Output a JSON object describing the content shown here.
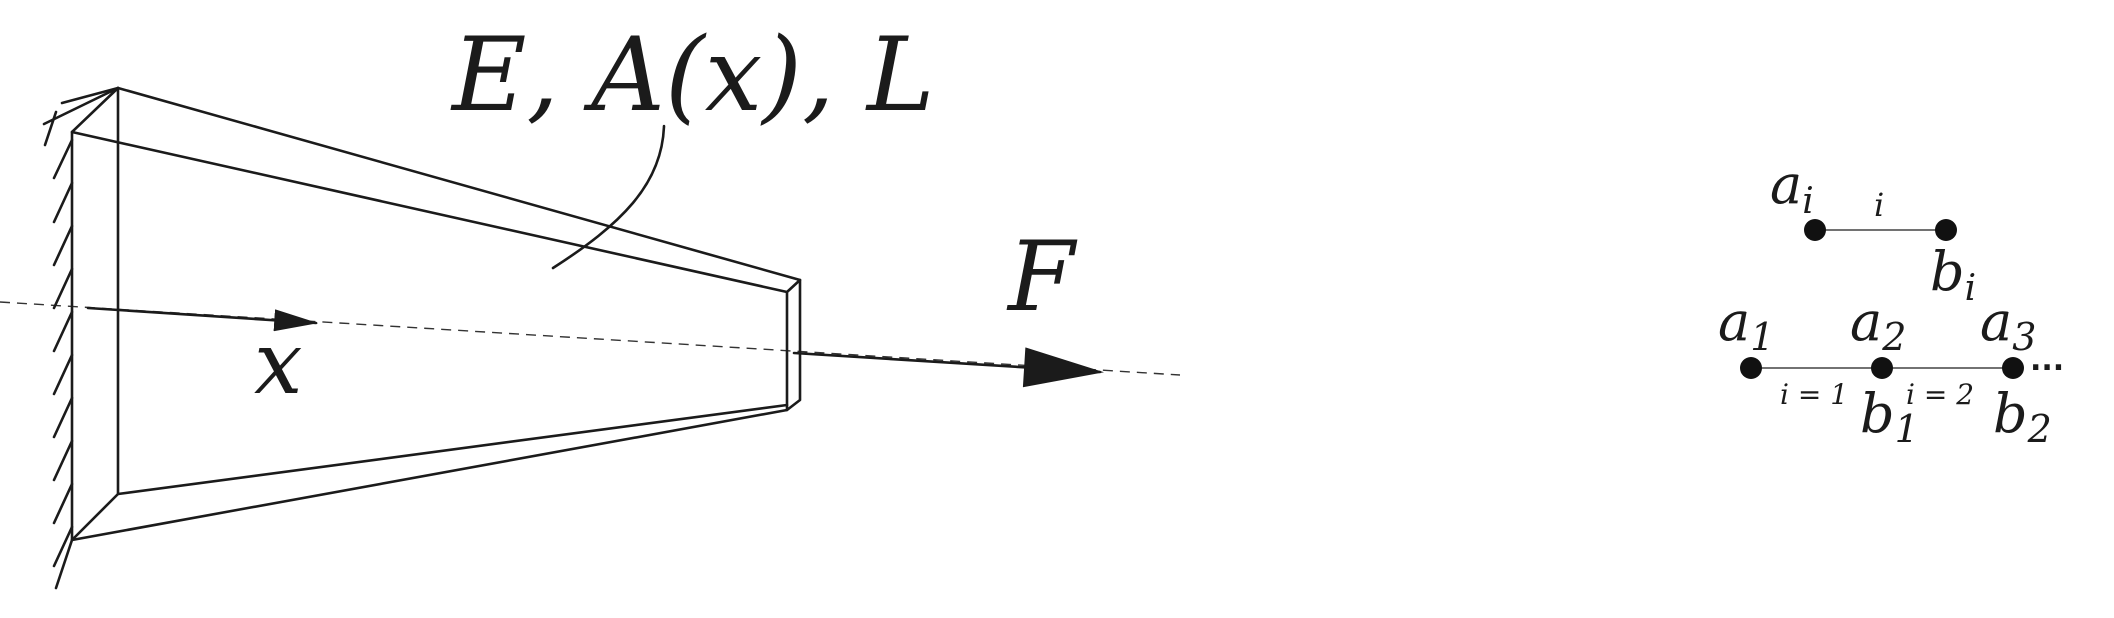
{
  "bar_figure": {
    "properties_label": "E, A(x), L",
    "axis_label": "x",
    "force_label": "F"
  },
  "element_figure": {
    "single_element": {
      "start_node": "a_i",
      "end_node": "b_i",
      "element_label": "i"
    },
    "chain": {
      "nodes_top": [
        "a_1",
        "a_2",
        "a_3"
      ],
      "nodes_bottom": [
        "b_1",
        "b_2"
      ],
      "element_labels": [
        "i = 1",
        "i = 2"
      ],
      "continuation": "..."
    }
  }
}
